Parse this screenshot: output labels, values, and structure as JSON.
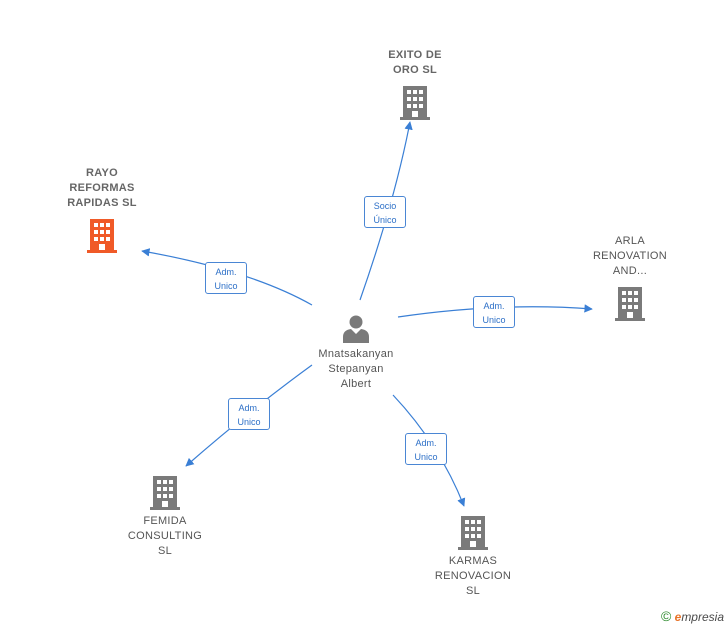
{
  "center": {
    "name": "Mnatsakanyan\nStepanyan\nAlbert",
    "icon": "person-icon"
  },
  "companies": {
    "exito": {
      "name": "EXITO DE\nORO  SL",
      "icon": "building-icon",
      "color": "#7a7a7a"
    },
    "rayo": {
      "name": "RAYO\nREFORMAS\nRAPIDAS  SL",
      "icon": "building-icon",
      "color": "#f05a28"
    },
    "arla": {
      "name": "ARLA\nRENOVATION\nAND...",
      "icon": "building-icon",
      "color": "#7a7a7a"
    },
    "femida": {
      "name": "FEMIDA\nCONSULTING\nSL",
      "icon": "building-icon",
      "color": "#7a7a7a"
    },
    "karmas": {
      "name": "KARMAS\nRENOVACION\nSL",
      "icon": "building-icon",
      "color": "#7a7a7a"
    }
  },
  "relations": {
    "exito": [
      "Socio",
      "Único"
    ],
    "rayo": [
      "Adm.",
      "Unico"
    ],
    "arla": [
      "Adm.",
      "Unico"
    ],
    "femida": [
      "Adm.",
      "Unico"
    ],
    "karmas": [
      "Adm.",
      "Unico"
    ]
  },
  "colors": {
    "edge": "#3a7fd5",
    "label_border": "#4a86d4",
    "label_text": "#2c6fc7"
  },
  "brand": {
    "copyright": "©",
    "initial": "e",
    "rest": "mpresia"
  }
}
